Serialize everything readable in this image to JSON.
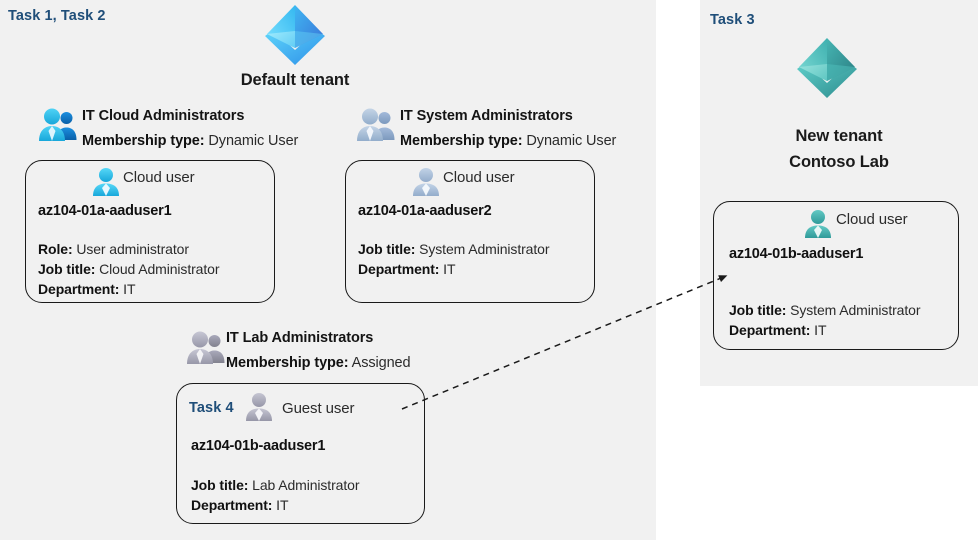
{
  "panels": {
    "left": {
      "task_label": "Task 1, Task 2"
    },
    "right": {
      "task_label": "Task 3"
    }
  },
  "tenants": [
    {
      "icon": "azure-ad-tenant-icon",
      "title": "Default tenant",
      "color": "#32b5f1"
    },
    {
      "icon": "azure-ad-tenant-icon",
      "title_line1": "New  tenant",
      "title_line2": "Contoso Lab",
      "color": "#3fb1b0"
    }
  ],
  "groups": [
    {
      "icon": "group-users-icon",
      "name": "IT Cloud Administrators",
      "membership_label": "Membership type:",
      "membership_value": "Dynamic User",
      "color": "#2aa9e0"
    },
    {
      "icon": "group-users-icon",
      "name": "IT System Administrators",
      "membership_label": "Membership type:",
      "membership_value": "Dynamic User",
      "color": "#a8bdd6"
    },
    {
      "icon": "group-users-icon",
      "name": "IT Lab Administrators",
      "membership_label": "Membership type:",
      "membership_value": "Assigned",
      "color": "#a9a9b8"
    }
  ],
  "cards": [
    {
      "id": "card-aaduser1-cloud",
      "user_kind": "Cloud user",
      "user_icon": "cloud-user-icon",
      "icon_color": "#33bdf0",
      "user_name": "az104-01a-aaduser1",
      "attributes": [
        {
          "label": "Role:",
          "value": "User administrator"
        },
        {
          "label": "Job title:",
          "value": "Cloud Administrator"
        },
        {
          "label": "Department:",
          "value": "IT"
        }
      ]
    },
    {
      "id": "card-aaduser2-cloud",
      "user_kind": "Cloud user",
      "user_icon": "cloud-user-icon",
      "icon_color": "#a8bdd6",
      "user_name": "az104-01a-aaduser2",
      "attributes": [
        {
          "label": "Job title:",
          "value": "System Administrator"
        },
        {
          "label": "Department:",
          "value": "IT"
        }
      ]
    },
    {
      "id": "card-guest-aaduser1",
      "task_label": "Task 4",
      "user_kind": "Guest user",
      "user_icon": "guest-user-icon",
      "icon_color": "#a9a9b8",
      "user_name": "az104-01b-aaduser1",
      "attributes": [
        {
          "label": "Job title:",
          "value": "Lab Administrator"
        },
        {
          "label": "Department:",
          "value": "IT"
        }
      ]
    },
    {
      "id": "card-newtenant-aaduser1",
      "user_kind": "Cloud user",
      "user_icon": "cloud-user-icon",
      "icon_color": "#3fb1b0",
      "user_name": "az104-01b-aaduser1",
      "attributes": [
        {
          "label": "Job title:",
          "value": "System Administrator"
        },
        {
          "label": "Department:",
          "value": "IT"
        }
      ]
    }
  ],
  "connector": {
    "name": "guest-invite-arrow",
    "style": "dashed",
    "color": "#1a1a1a"
  },
  "colors": {
    "panel_background": "#f1f1f1",
    "page_background": "#ffffff",
    "task_accent": "#1f4e79",
    "card_border": "#1a1a1a"
  }
}
